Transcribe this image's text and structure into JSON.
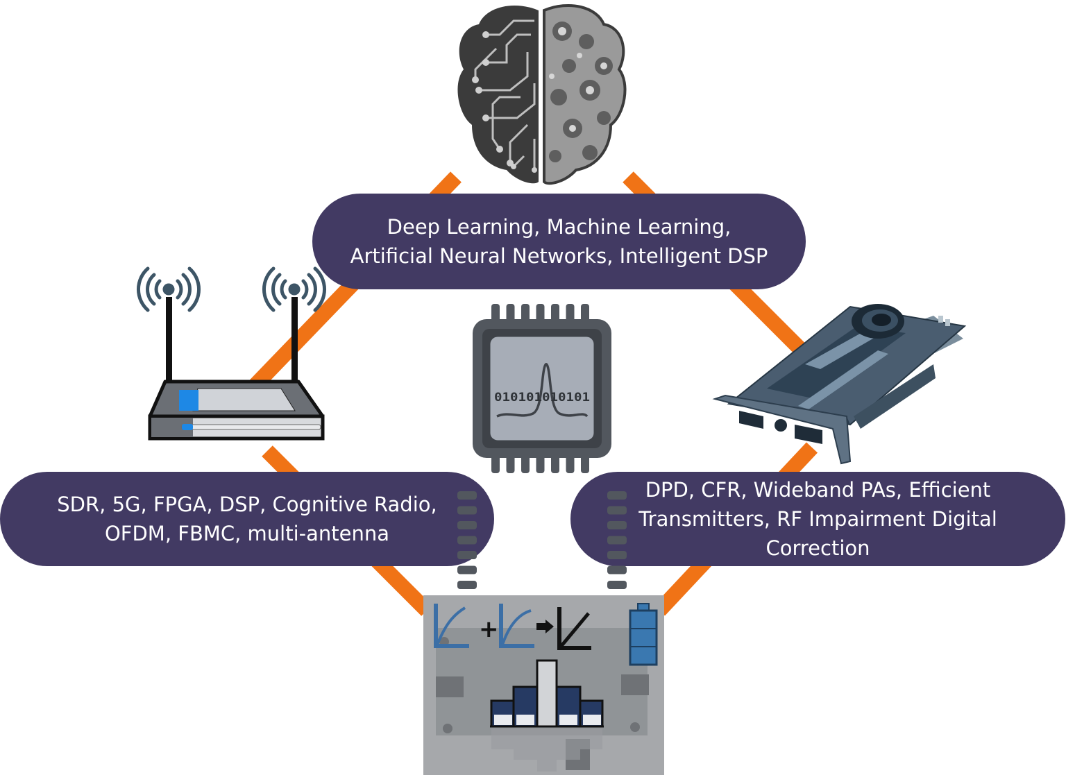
{
  "labels": {
    "top": {
      "line1": "Deep Learning, Machine Learning,",
      "line2": "Artificial Neural Networks, Intelligent DSP"
    },
    "left": {
      "line1": "SDR, 5G, FPGA, DSP, Cognitive Radio,",
      "line2": "OFDM, FBMC, multi-antenna"
    },
    "right": {
      "line1": "DPD, CFR, Wideband PAs, Efficient",
      "line2": "Transmitters, RF Impairment Digital",
      "line3": "Correction"
    }
  },
  "chip": {
    "text": "010101010101"
  },
  "icons": {
    "top": "brain-circuit-icon",
    "left": "wireless-router-icon",
    "center": "dsp-chip-icon",
    "right": "graphics-card-icon",
    "bottom": "power-amplifier-board-icon"
  },
  "colors": {
    "connector": "#f07316",
    "pill": "#423a63",
    "pill_text": "#ffffff",
    "chip_body": "#52575e",
    "chip_die": "#a7adb7",
    "router_accent": "#1e88e5",
    "signal_wave": "#3d5566",
    "battery": "#3a78b0"
  }
}
